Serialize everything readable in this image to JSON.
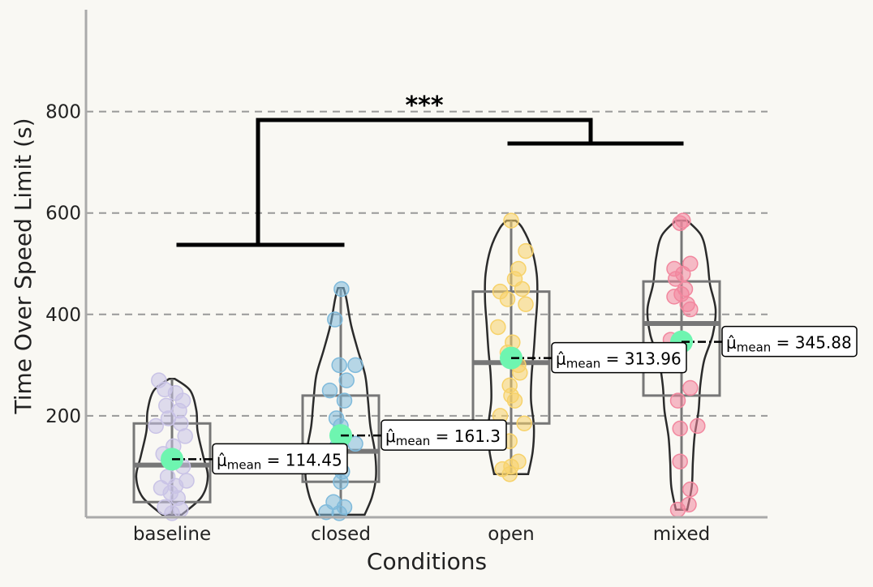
{
  "chart_data": {
    "type": "violin",
    "xlabel": "Conditions",
    "ylabel": "Time Over Speed Limit (s)",
    "ylim": [
      0,
      1000
    ],
    "yticks": [
      200,
      400,
      600,
      800
    ],
    "grid": "horizontal dashed",
    "categories": [
      "baseline",
      "closed",
      "open",
      "mixed"
    ],
    "colors": [
      "#c9c3e6",
      "#7fbadb",
      "#f7d26a",
      "#f2879e"
    ],
    "mean_marker_color": "#6ef5b0",
    "annotation_symbol": "μ̂",
    "annotation_subscript": "mean",
    "groups": [
      {
        "name": "baseline",
        "mean": 114.45,
        "mean_label": "114.45",
        "median": 103,
        "q1": 30,
        "q3": 185,
        "min": 5,
        "max": 273,
        "violin": [
          [
            5,
            0.17
          ],
          [
            40,
            0.52
          ],
          [
            80,
            0.63
          ],
          [
            120,
            0.55
          ],
          [
            170,
            0.45
          ],
          [
            210,
            0.43
          ],
          [
            250,
            0.32
          ],
          [
            273,
            0.05
          ]
        ],
        "points": [
          [
            -0.18,
            270
          ],
          [
            -0.1,
            252
          ],
          [
            0.05,
            245
          ],
          [
            0.15,
            230
          ],
          [
            -0.08,
            220
          ],
          [
            0.1,
            210
          ],
          [
            -0.05,
            195
          ],
          [
            0.12,
            185
          ],
          [
            -0.22,
            180
          ],
          [
            0.18,
            160
          ],
          [
            0.02,
            140
          ],
          [
            -0.12,
            125
          ],
          [
            0.15,
            100
          ],
          [
            -0.06,
            80
          ],
          [
            0.2,
            72
          ],
          [
            0.05,
            62
          ],
          [
            -0.15,
            58
          ],
          [
            -0.02,
            48
          ],
          [
            0.08,
            38
          ],
          [
            -0.1,
            20
          ],
          [
            0.12,
            15
          ],
          [
            0.0,
            8
          ]
        ]
      },
      {
        "name": "closed",
        "mean": 161.3,
        "mean_label": "161.3",
        "median": 130,
        "q1": 70,
        "q3": 240,
        "min": 5,
        "max": 452,
        "violin": [
          [
            5,
            0.42
          ],
          [
            40,
            0.55
          ],
          [
            80,
            0.62
          ],
          [
            130,
            0.6
          ],
          [
            180,
            0.52
          ],
          [
            230,
            0.48
          ],
          [
            280,
            0.43
          ],
          [
            330,
            0.3
          ],
          [
            380,
            0.18
          ],
          [
            430,
            0.1
          ],
          [
            452,
            0.05
          ]
        ],
        "points": [
          [
            0.01,
            450
          ],
          [
            -0.08,
            390
          ],
          [
            -0.02,
            300
          ],
          [
            0.2,
            300
          ],
          [
            0.08,
            270
          ],
          [
            -0.15,
            250
          ],
          [
            0.05,
            230
          ],
          [
            -0.06,
            195
          ],
          [
            0.0,
            180
          ],
          [
            0.2,
            145
          ],
          [
            -0.05,
            140
          ],
          [
            -0.1,
            130
          ],
          [
            0.02,
            90
          ],
          [
            0.0,
            70
          ],
          [
            -0.1,
            30
          ],
          [
            0.05,
            20
          ],
          [
            -0.2,
            10
          ],
          [
            -0.02,
            8
          ]
        ]
      },
      {
        "name": "open",
        "mean": 313.96,
        "mean_label": "313.96",
        "median": 305,
        "q1": 185,
        "q3": 445,
        "min": 85,
        "max": 585,
        "violin": [
          [
            85,
            0.3
          ],
          [
            130,
            0.38
          ],
          [
            180,
            0.4
          ],
          [
            230,
            0.35
          ],
          [
            280,
            0.36
          ],
          [
            330,
            0.4
          ],
          [
            380,
            0.43
          ],
          [
            430,
            0.46
          ],
          [
            480,
            0.45
          ],
          [
            530,
            0.36
          ],
          [
            570,
            0.2
          ],
          [
            585,
            0.08
          ]
        ],
        "points": [
          [
            0.0,
            585
          ],
          [
            0.2,
            525
          ],
          [
            0.1,
            490
          ],
          [
            0.05,
            470
          ],
          [
            -0.15,
            445
          ],
          [
            0.15,
            450
          ],
          [
            0.2,
            420
          ],
          [
            -0.05,
            430
          ],
          [
            -0.18,
            375
          ],
          [
            0.02,
            345
          ],
          [
            -0.05,
            325
          ],
          [
            0.1,
            300
          ],
          [
            0.12,
            285
          ],
          [
            -0.02,
            260
          ],
          [
            0.0,
            240
          ],
          [
            0.05,
            230
          ],
          [
            -0.15,
            200
          ],
          [
            0.18,
            185
          ],
          [
            -0.02,
            150
          ],
          [
            0.1,
            110
          ],
          [
            0.0,
            100
          ],
          [
            -0.12,
            95
          ],
          [
            -0.02,
            85
          ]
        ]
      },
      {
        "name": "mixed",
        "mean": 345.88,
        "mean_label": "345.88",
        "median": 382,
        "q1": 240,
        "q3": 465,
        "min": 15,
        "max": 585,
        "violin": [
          [
            15,
            0.1
          ],
          [
            60,
            0.18
          ],
          [
            110,
            0.2
          ],
          [
            160,
            0.23
          ],
          [
            210,
            0.3
          ],
          [
            260,
            0.33
          ],
          [
            310,
            0.4
          ],
          [
            360,
            0.55
          ],
          [
            410,
            0.6
          ],
          [
            460,
            0.5
          ],
          [
            510,
            0.45
          ],
          [
            555,
            0.35
          ],
          [
            585,
            0.1
          ]
        ],
        "points": [
          [
            0.02,
            585
          ],
          [
            -0.02,
            580
          ],
          [
            0.12,
            500
          ],
          [
            -0.1,
            490
          ],
          [
            0.02,
            480
          ],
          [
            -0.08,
            470
          ],
          [
            0.05,
            450
          ],
          [
            0.0,
            440
          ],
          [
            -0.1,
            435
          ],
          [
            0.08,
            420
          ],
          [
            0.12,
            410
          ],
          [
            -0.15,
            350
          ],
          [
            0.0,
            340
          ],
          [
            0.22,
            180
          ],
          [
            -0.05,
            230
          ],
          [
            0.12,
            255
          ],
          [
            -0.02,
            175
          ],
          [
            -0.02,
            110
          ],
          [
            0.12,
            55
          ],
          [
            0.1,
            25
          ],
          [
            -0.05,
            15
          ]
        ]
      }
    ],
    "significance": {
      "label": "***",
      "left": [
        "baseline",
        "closed"
      ],
      "right": [
        "open",
        "mixed"
      ]
    }
  }
}
